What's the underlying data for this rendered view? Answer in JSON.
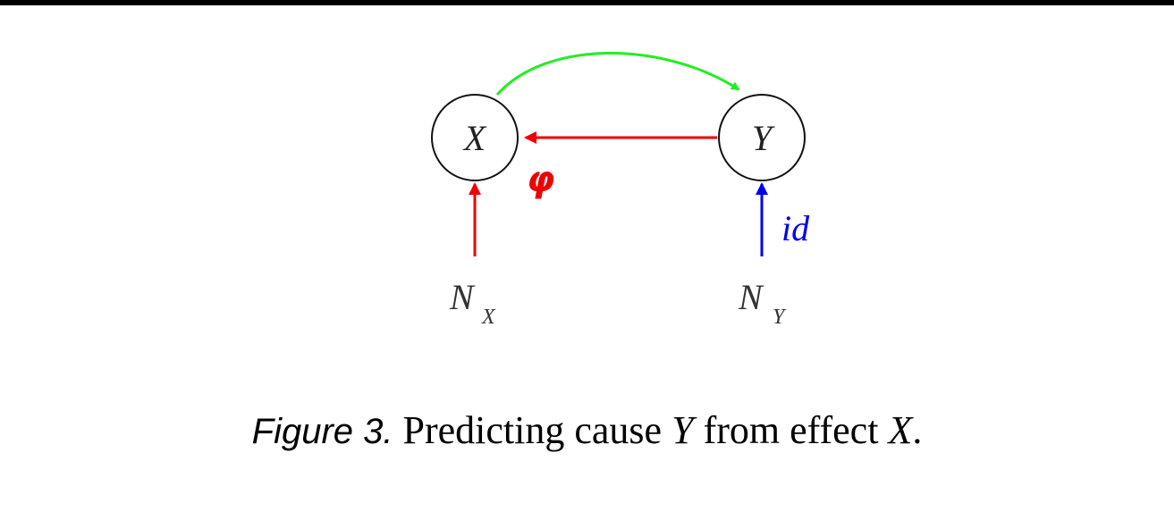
{
  "diagram": {
    "nodes": {
      "x": "X",
      "y": "Y"
    },
    "noise": {
      "x": {
        "base": "N",
        "sub": "X"
      },
      "y": {
        "base": "N",
        "sub": "Y"
      }
    },
    "edge_labels": {
      "phi": "φ",
      "id": "id"
    },
    "colors": {
      "causal_edge": "#22ee22",
      "inverse_edge": "#ee0000",
      "noise_x_edge": "#ee0000",
      "noise_y_edge": "#0000ee"
    }
  },
  "caption": {
    "figure": "Figure 3.",
    "text_1": " Predicting cause ",
    "var_1": "Y",
    "text_2": " from effect ",
    "var_2": "X",
    "text_3": "."
  }
}
